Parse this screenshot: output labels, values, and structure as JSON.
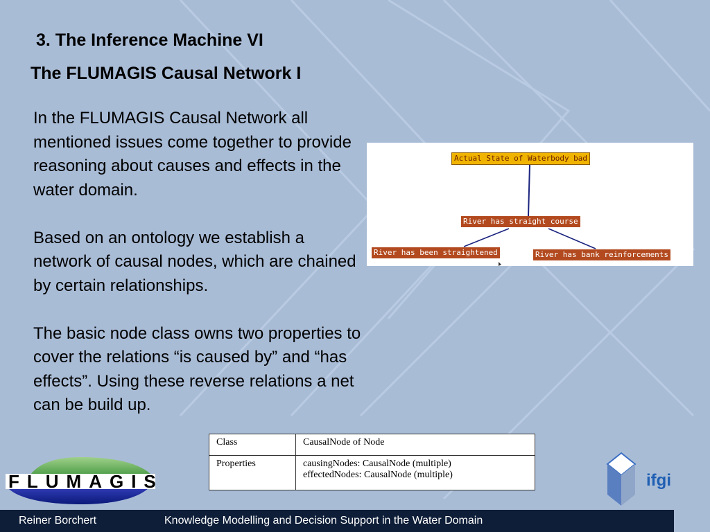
{
  "slide": {
    "section_title": "3. The Inference Machine VI",
    "subtitle": "The FLUMAGIS Causal Network I",
    "paragraphs": [
      "In the FLUMAGIS Causal Network all mentioned issues come together to provide reasoning about causes and effects in the water domain.",
      "Based on an ontology we establish a network of causal nodes, which are chained by certain relationships.",
      "The basic node class owns two properties to cover the relations “is caused by” and “has effects”. Using these reverse relations a net can be build up."
    ]
  },
  "diagram": {
    "nodes": {
      "root": "Actual State of Waterbody bad",
      "mid": "River has straight course",
      "left": "River has been straightened",
      "right": "River has bank reinforcements"
    },
    "colors": {
      "root_fill": "#f0b400",
      "node_fill": "#b34a1f",
      "edge": "#1a237e"
    }
  },
  "table": {
    "rows": [
      {
        "label": "Class",
        "value_lines": [
          "CausalNode of Node"
        ]
      },
      {
        "label": "Properties",
        "value_lines": [
          "causingNodes: CausalNode (multiple)",
          "effectedNodes: CausalNode (multiple)"
        ]
      }
    ]
  },
  "logos": {
    "flumagis": "FLUMAGIS",
    "ifgi": "ifgi"
  },
  "footer": {
    "author": "Reiner Borchert",
    "talk_title": "Knowledge Modelling and Decision Support in the Water Domain"
  },
  "colors": {
    "background": "#a9bcd6",
    "footer_bg": "#0e1e38",
    "ifgi_blue": "#1f5fb3"
  }
}
